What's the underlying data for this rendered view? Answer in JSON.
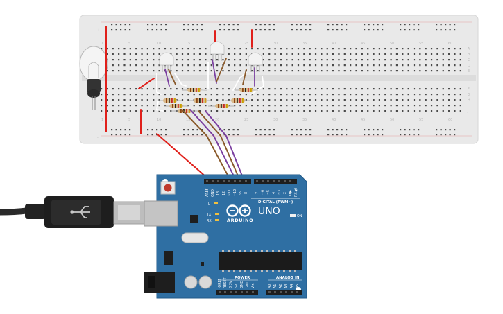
{
  "breadboard": {
    "column_numbers_top": [
      "1",
      "5",
      "10",
      "15",
      "20",
      "25",
      "30",
      "35",
      "40",
      "45",
      "50",
      "55",
      "60"
    ],
    "column_numbers_bottom": [
      "1",
      "5",
      "10",
      "15",
      "20",
      "25",
      "30",
      "35",
      "40",
      "45",
      "50",
      "55",
      "60"
    ],
    "row_letters_top": [
      "A",
      "B",
      "C",
      "D",
      "E"
    ],
    "row_letters_bottom": [
      "F",
      "G",
      "H",
      "I",
      "J"
    ],
    "rail_plus": "+",
    "rail_minus": "-"
  },
  "arduino": {
    "logo_text": "ARDUINO",
    "model_text": "UNO",
    "digital_label": "DIGITAL (PWM~)",
    "power_label": "POWER",
    "analog_label": "ANALOG IN",
    "on_label": "ON",
    "led_l": "L",
    "led_tx": "TX",
    "led_rx": "RX",
    "top_pin_labels": [
      "AREF",
      "GND",
      "13",
      "12",
      "~11",
      "~10",
      "~9",
      "8",
      "7",
      "~6",
      "~5",
      "4",
      "~3",
      "2",
      "TX▶1",
      "RX◀0"
    ],
    "power_pin_labels": [
      "IOREF",
      "RESET",
      "3.3V",
      "5V",
      "GND",
      "GND",
      "Vin"
    ],
    "analog_pin_labels": [
      "A0",
      "A1",
      "A2",
      "A3",
      "A4",
      "A5"
    ]
  },
  "colors": {
    "wire_red": "#e0201b",
    "wire_purple": "#7b3fa0",
    "wire_brown": "#8a5a2b",
    "wire_white": "#ffffff",
    "board_blue": "#2f6fa3",
    "breadboard": "#e9e9e9"
  }
}
